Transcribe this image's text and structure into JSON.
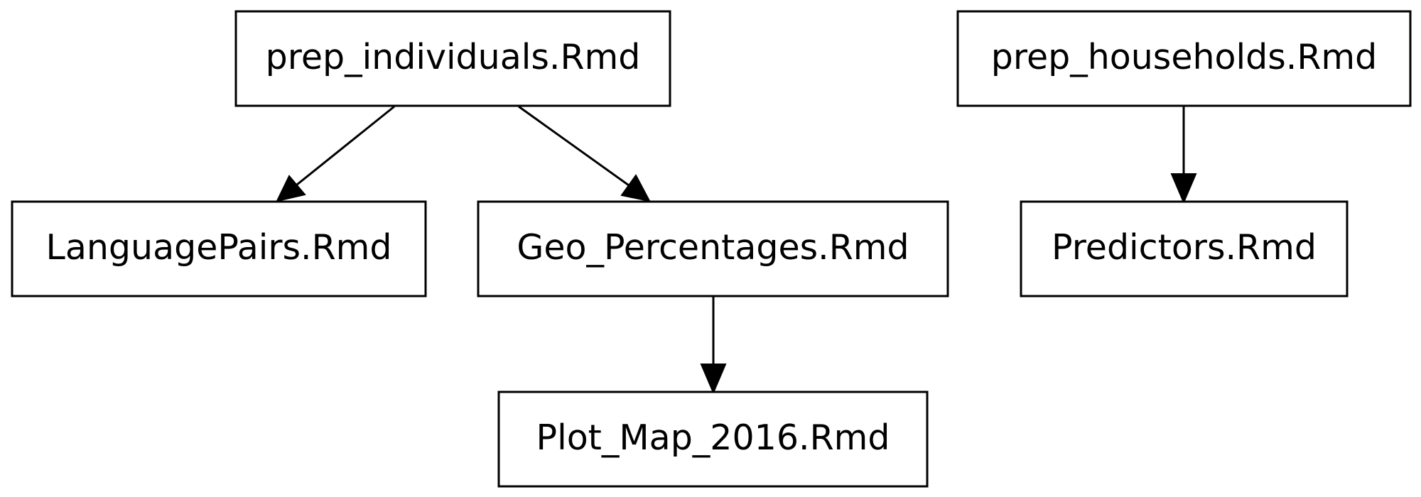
{
  "nodes": [
    {
      "id": "prep_individuals",
      "label": "prep_individuals.Rmd"
    },
    {
      "id": "prep_households",
      "label": "prep_households.Rmd"
    },
    {
      "id": "language_pairs",
      "label": "LanguagePairs.Rmd"
    },
    {
      "id": "geo_percentages",
      "label": "Geo_Percentages.Rmd"
    },
    {
      "id": "predictors",
      "label": "Predictors.Rmd"
    },
    {
      "id": "plot_map_2016",
      "label": "Plot_Map_2016.Rmd"
    }
  ],
  "edges": [
    {
      "from": "prep_individuals",
      "to": "language_pairs"
    },
    {
      "from": "prep_individuals",
      "to": "geo_percentages"
    },
    {
      "from": "prep_households",
      "to": "predictors"
    },
    {
      "from": "geo_percentages",
      "to": "plot_map_2016"
    }
  ],
  "colors": {
    "stroke": "#000000",
    "fill": "#ffffff",
    "text": "#000000"
  }
}
